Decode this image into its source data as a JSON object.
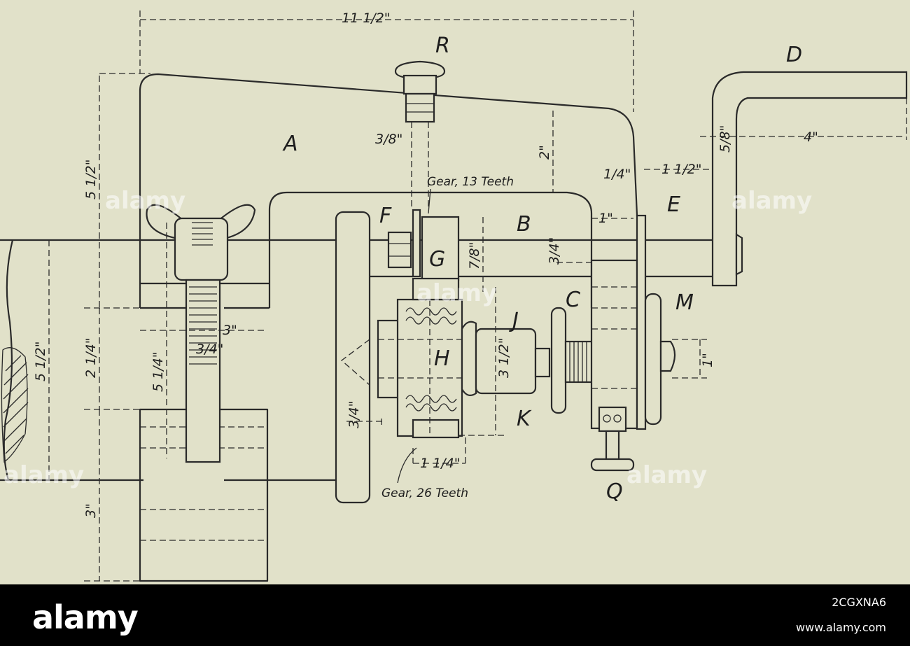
{
  "labels": {
    "A": "A",
    "B": "B",
    "C": "C",
    "D": "D",
    "E": "E",
    "F": "F",
    "G": "G",
    "H": "H",
    "J": "J",
    "K": "K",
    "M": "M",
    "Q": "Q",
    "R": "R"
  },
  "dimensions": {
    "overall_width": "11 1/2\"",
    "frame_height": "5 1/2\"",
    "bar_height": "5 1/2\"",
    "two_quarter": "2 1/4\"",
    "bolt_length": "5 1/4\"",
    "clamp_gap": "3\"",
    "bolt_diam": "3/4\"",
    "block_height": "3\"",
    "stud_diam": "3/8\"",
    "frame_drop": "2\"",
    "gear_g_height": "7/8\"",
    "bar_b_height": "3/4\"",
    "e_thickness": "1/4\"",
    "e_offset": "1\"",
    "crank_gap": "1 1/2\"",
    "crank_bar": "5/8\"",
    "crank_length": "4\"",
    "j_diam": "3 1/2\"",
    "thread_len": "1\"",
    "gear_h_width": "1 1/4\"",
    "hub_width": "3/4\""
  },
  "notes": {
    "gear13": "Gear, 13 Teeth",
    "gear26": "Gear, 26 Teeth"
  },
  "watermark": "alamy",
  "footer": {
    "brand": "alamy",
    "image_id": "2CGXNA6",
    "site": "www.alamy.com"
  }
}
